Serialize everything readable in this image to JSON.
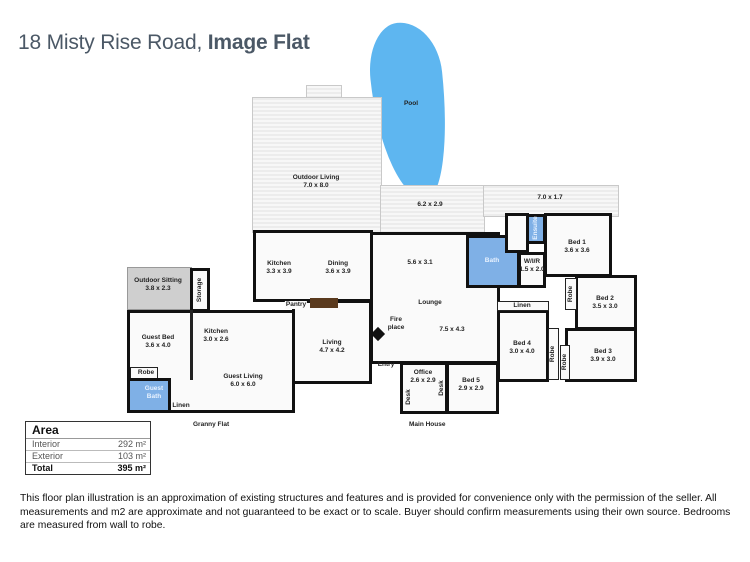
{
  "title": {
    "address": "18 Misty Rise Road,",
    "property": "Image Flat"
  },
  "plan": {
    "pool": "Pool",
    "outdoor_living": {
      "name": "Outdoor Living",
      "size": "7.0 x 8.0"
    },
    "deck_a": "6.2 x 2.9",
    "deck_b": "7.0 x 1.7",
    "outdoor_sitting": {
      "name": "Outdoor Sitting",
      "size": "3.8 x 2.3"
    },
    "storage": "Storage",
    "kitchen_main": {
      "name": "Kitchen",
      "size": "3.3 x 3.9"
    },
    "dining": {
      "name": "Dining",
      "size": "3.6 x 3.9"
    },
    "pantry": "Pantry",
    "guest_bed": {
      "name": "Guest Bed",
      "size": "3.6 x 4.0"
    },
    "kitchen_granny": {
      "name": "Kitchen",
      "size": "3.0 x 2.6"
    },
    "guest_living": {
      "name": "Guest Living",
      "size": "6.0 x 6.0"
    },
    "robe": "Robe",
    "guest_bath": "Guest Bath",
    "linen": "Linen",
    "living": {
      "name": "Living",
      "size": "4.7 x 4.2"
    },
    "lounge_top": "5.6 x 3.1",
    "lounge": {
      "name": "Lounge",
      "size": "7.5 x 4.3"
    },
    "fireplace": "Fire place",
    "entry": "Entry",
    "office": {
      "name": "Office",
      "size": "2.6 x 2.9"
    },
    "desk": "Desk",
    "bed5": {
      "name": "Bed 5",
      "size": "2.9 x 2.9"
    },
    "bath": "Bath",
    "ensuite": "Ensuite",
    "wir": {
      "name": "W/I/R",
      "size": "1.5 x 2.0"
    },
    "bed1": {
      "name": "Bed 1",
      "size": "3.6 x 3.6"
    },
    "bed2": {
      "name": "Bed 2",
      "size": "3.5 x 3.0"
    },
    "bed3": {
      "name": "Bed 3",
      "size": "3.9 x 3.0"
    },
    "bed4": {
      "name": "Bed 4",
      "size": "3.0 x 4.0"
    },
    "granny_flat": "Granny Flat",
    "main_house": "Main House"
  },
  "area": {
    "heading": "Area",
    "rows": [
      {
        "label": "Interior",
        "value": "292 m²"
      },
      {
        "label": "Exterior",
        "value": "103 m²"
      },
      {
        "label": "Total",
        "value": "395 m²"
      }
    ]
  },
  "disclaimer": "This floor plan illustration is an approximation of existing structures and features and is provided for convenience only with the permission of the seller. All measurements and m2 are approximate and not guaranteed to be exact or to scale. Buyer should confirm measurements using their own source. Bedrooms are measured from wall to robe."
}
